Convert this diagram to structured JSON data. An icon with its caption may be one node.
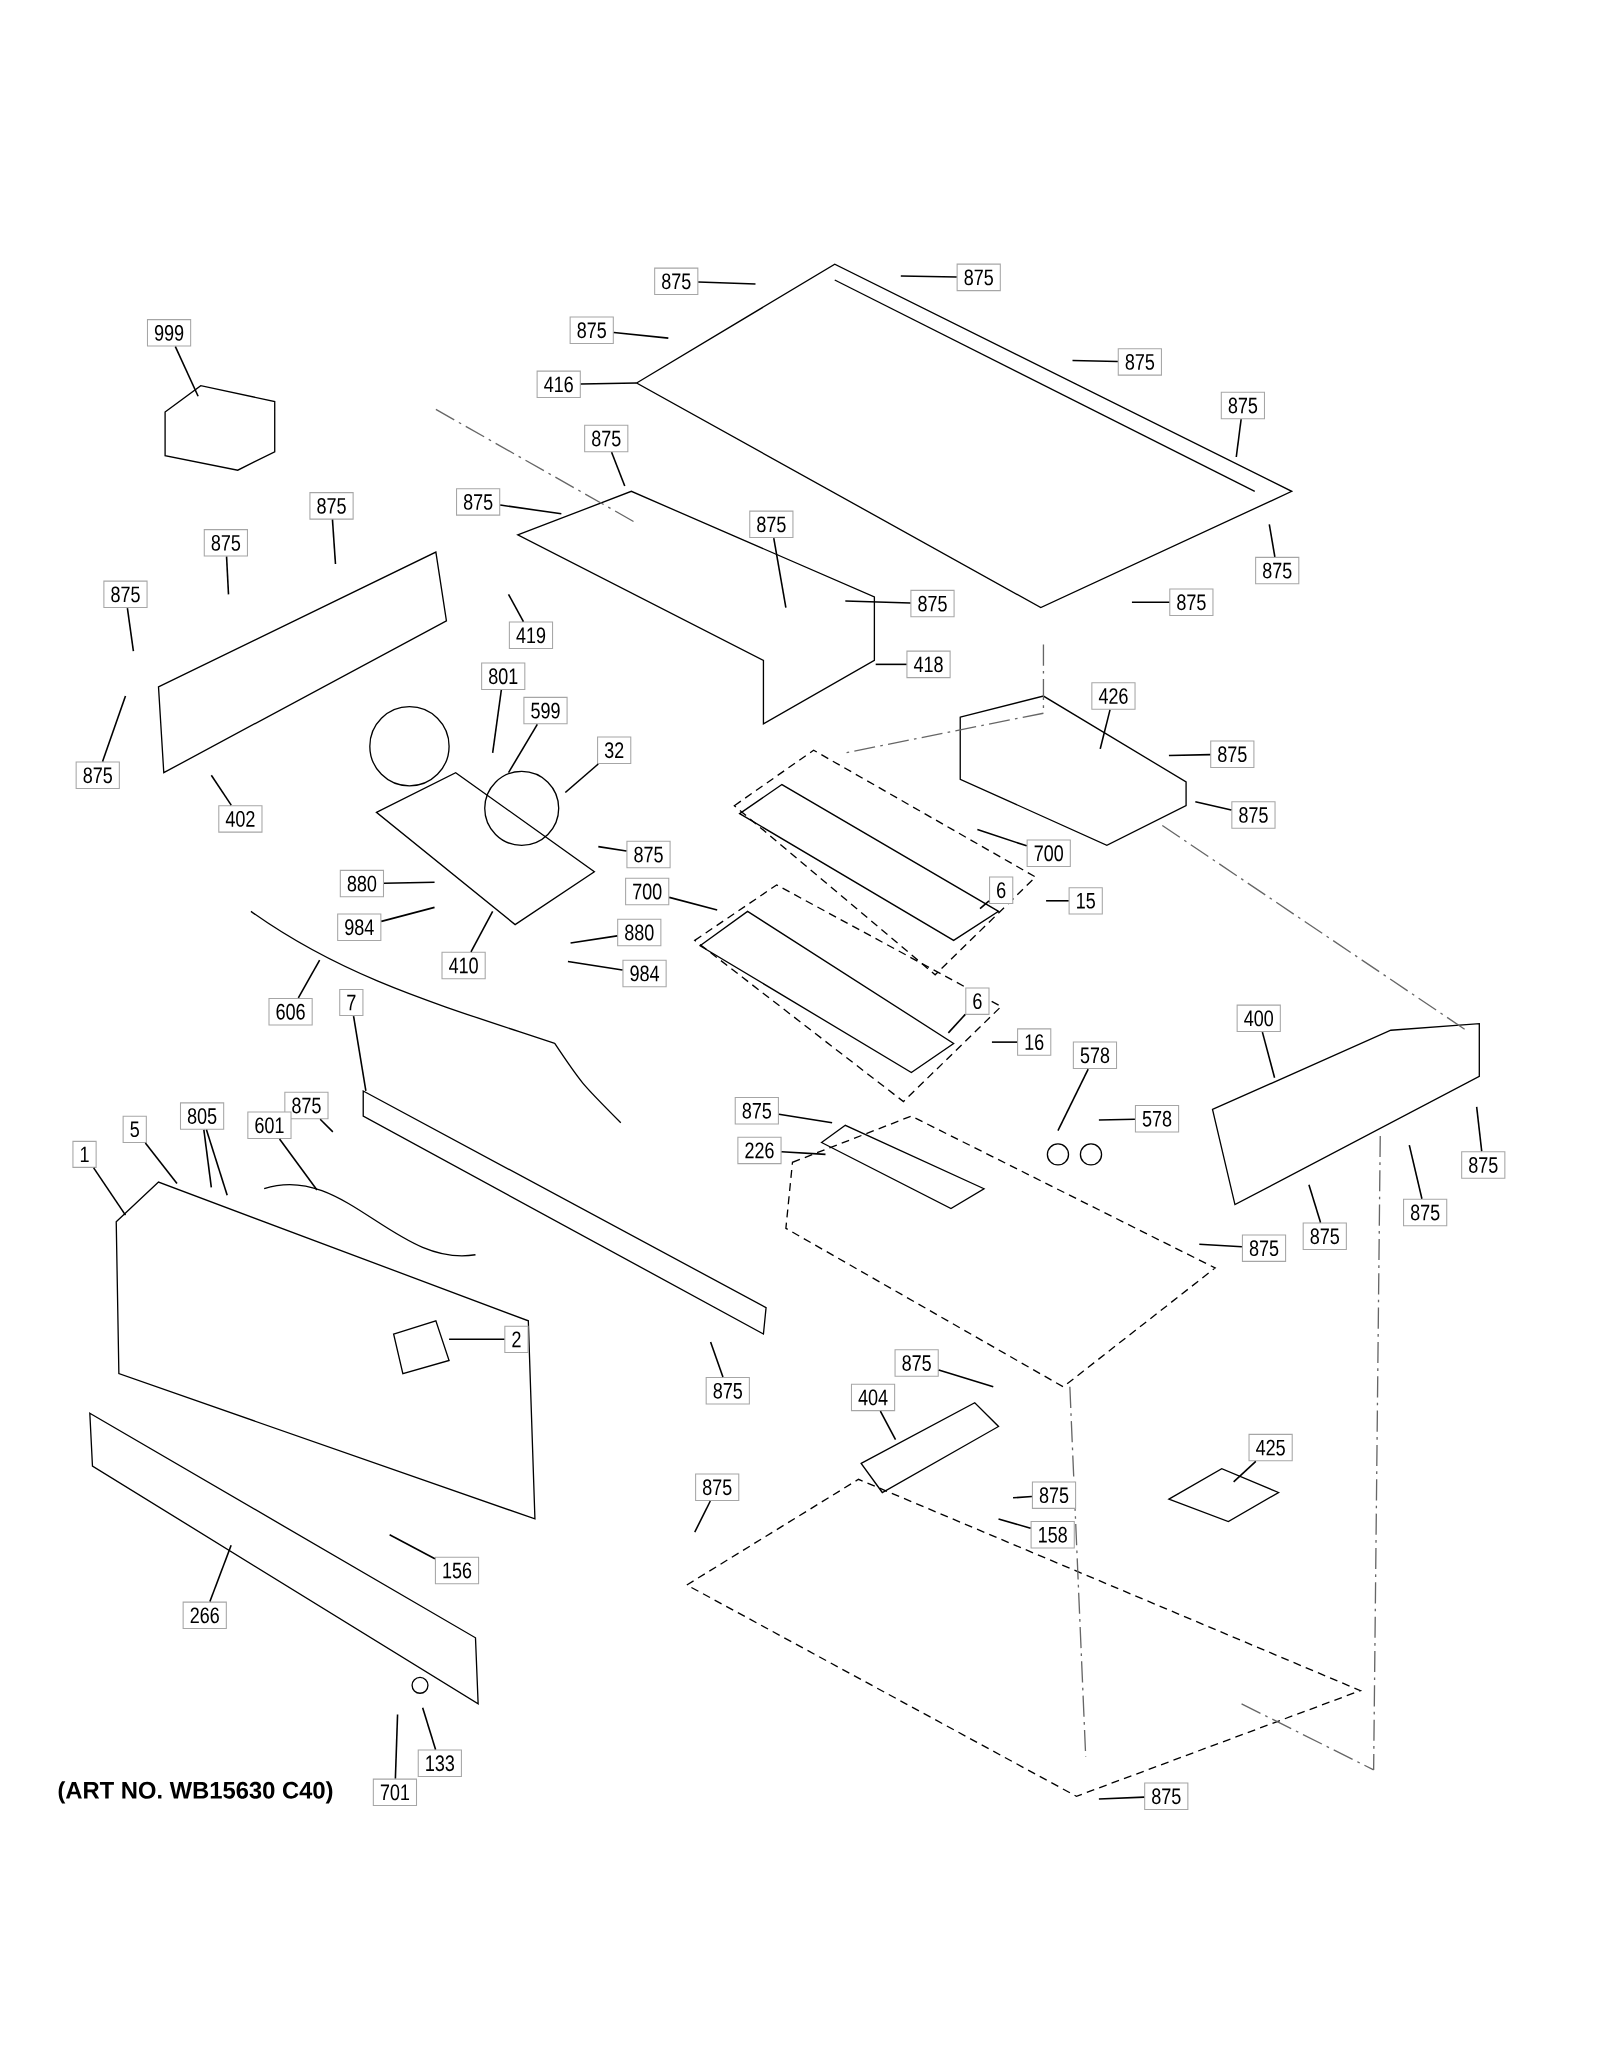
{
  "diagram": {
    "caption": "(ART NO. WB15630 C40)",
    "nodes": [
      {
        "text": [
          "875"
        ]
      },
      {
        "text": [
          "875"
        ]
      },
      {
        "text": [
          "875"
        ]
      },
      {
        "text": [
          "416"
        ]
      },
      {
        "text": [
          "875"
        ]
      },
      {
        "text": [
          "999"
        ]
      },
      {
        "text": [
          "875"
        ]
      },
      {
        "text": [
          "875"
        ]
      },
      {
        "text": [
          "875"
        ]
      },
      {
        "text": [
          "875"
        ]
      },
      {
        "text": [
          "875"
        ]
      },
      {
        "text": [
          "875"
        ]
      },
      {
        "text": [
          "875"
        ]
      },
      {
        "text": [
          "875"
        ]
      },
      {
        "text": [
          "875"
        ]
      },
      {
        "text": [
          "875"
        ]
      },
      {
        "text": [
          "419"
        ]
      },
      {
        "text": [
          "418"
        ]
      },
      {
        "text": [
          "801"
        ]
      },
      {
        "text": [
          "426"
        ]
      },
      {
        "text": [
          "599"
        ]
      },
      {
        "text": [
          "32"
        ]
      },
      {
        "text": [
          "875"
        ]
      },
      {
        "text": [
          "875"
        ]
      },
      {
        "text": [
          "875"
        ]
      },
      {
        "text": [
          "402"
        ]
      },
      {
        "text": [
          "875"
        ]
      },
      {
        "text": [
          "700"
        ]
      },
      {
        "text": [
          "880"
        ]
      },
      {
        "text": [
          "700"
        ]
      },
      {
        "text": [
          "6"
        ]
      },
      {
        "text": [
          "15"
        ]
      },
      {
        "text": [
          "984"
        ]
      },
      {
        "text": [
          "880"
        ]
      },
      {
        "text": [
          "410"
        ]
      },
      {
        "text": [
          "984"
        ]
      },
      {
        "text": [
          "606"
        ]
      },
      {
        "text": [
          "7"
        ]
      },
      {
        "text": [
          "400"
        ]
      },
      {
        "text": [
          "6"
        ]
      },
      {
        "text": [
          "16"
        ]
      },
      {
        "text": [
          "578"
        ]
      },
      {
        "text": [
          "875"
        ]
      },
      {
        "text": [
          "875"
        ]
      },
      {
        "text": [
          "805"
        ]
      },
      {
        "text": [
          "601"
        ]
      },
      {
        "text": [
          "578"
        ]
      },
      {
        "text": [
          "5"
        ]
      },
      {
        "text": [
          "226"
        ]
      },
      {
        "text": [
          "1"
        ]
      },
      {
        "text": [
          "875"
        ]
      },
      {
        "text": [
          "875"
        ]
      },
      {
        "text": [
          "875"
        ]
      },
      {
        "text": [
          "875"
        ]
      },
      {
        "text": [
          "2"
        ]
      },
      {
        "text": [
          "875"
        ]
      },
      {
        "text": [
          "875"
        ]
      },
      {
        "text": [
          "404"
        ]
      },
      {
        "text": [
          "425"
        ]
      },
      {
        "text": [
          "875"
        ]
      },
      {
        "text": [
          "875"
        ]
      },
      {
        "text": [
          "158"
        ]
      },
      {
        "text": [
          "156"
        ]
      },
      {
        "text": [
          "266"
        ]
      },
      {
        "text": [
          "133"
        ]
      },
      {
        "text": [
          "701"
        ]
      },
      {
        "text": [
          "875"
        ]
      }
    ],
    "edges": [
      {
        "from": 0,
        "to": null,
        "arrow": "none"
      },
      {
        "from": 1,
        "to": null,
        "arrow": "none"
      },
      {
        "from": 2,
        "to": null,
        "arrow": "none"
      },
      {
        "from": 3,
        "to": null,
        "arrow": "none"
      },
      {
        "from": 4,
        "to": null,
        "arrow": "none"
      },
      {
        "from": 5,
        "to": null,
        "arrow": "none"
      },
      {
        "from": 6,
        "to": null,
        "arrow": "none"
      },
      {
        "from": 7,
        "to": null,
        "arrow": "none"
      },
      {
        "from": 8,
        "to": null,
        "arrow": "none"
      },
      {
        "from": 9,
        "to": null,
        "arrow": "none"
      },
      {
        "from": 10,
        "to": null,
        "arrow": "none"
      },
      {
        "from": 11,
        "to": null,
        "arrow": "none"
      },
      {
        "from": 12,
        "to": null,
        "arrow": "none"
      },
      {
        "from": 13,
        "to": null,
        "arrow": "none"
      },
      {
        "from": 14,
        "to": null,
        "arrow": "none"
      },
      {
        "from": 15,
        "to": null,
        "arrow": "none"
      },
      {
        "from": 16,
        "to": null,
        "arrow": "none"
      },
      {
        "from": 17,
        "to": null,
        "arrow": "none"
      },
      {
        "from": 18,
        "to": null,
        "arrow": "none"
      },
      {
        "from": 19,
        "to": null,
        "arrow": "none"
      },
      {
        "from": 20,
        "to": null,
        "arrow": "none"
      },
      {
        "from": 21,
        "to": null,
        "arrow": "none"
      },
      {
        "from": 22,
        "to": null,
        "arrow": "none"
      },
      {
        "from": 23,
        "to": null,
        "arrow": "none"
      },
      {
        "from": 24,
        "to": null,
        "arrow": "none"
      },
      {
        "from": 25,
        "to": null,
        "arrow": "none"
      },
      {
        "from": 26,
        "to": null,
        "arrow": "none"
      },
      {
        "from": 27,
        "to": null,
        "arrow": "none"
      },
      {
        "from": 28,
        "to": null,
        "arrow": "none"
      },
      {
        "from": 29,
        "to": null,
        "arrow": "none"
      },
      {
        "from": 30,
        "to": null,
        "arrow": "none"
      },
      {
        "from": 31,
        "to": null,
        "arrow": "none"
      },
      {
        "from": 32,
        "to": null,
        "arrow": "none"
      },
      {
        "from": 33,
        "to": null,
        "arrow": "none"
      },
      {
        "from": 34,
        "to": null,
        "arrow": "none"
      },
      {
        "from": 35,
        "to": null,
        "arrow": "none"
      },
      {
        "from": 36,
        "to": null,
        "arrow": "none"
      },
      {
        "from": 37,
        "to": null,
        "arrow": "none"
      },
      {
        "from": 38,
        "to": null,
        "arrow": "none"
      },
      {
        "from": 39,
        "to": null,
        "arrow": "none"
      },
      {
        "from": 40,
        "to": null,
        "arrow": "none"
      },
      {
        "from": 41,
        "to": null,
        "arrow": "none"
      },
      {
        "from": 42,
        "to": null,
        "arrow": "none"
      },
      {
        "from": 43,
        "to": null,
        "arrow": "none"
      },
      {
        "from": 44,
        "to": null,
        "arrow": "none"
      },
      {
        "from": 44,
        "to": null,
        "arrow": "none"
      },
      {
        "from": 45,
        "to": null,
        "arrow": "none"
      },
      {
        "from": 46,
        "to": null,
        "arrow": "none"
      },
      {
        "from": 47,
        "to": null,
        "arrow": "none"
      },
      {
        "from": 48,
        "to": null,
        "arrow": "none"
      },
      {
        "from": 49,
        "to": null,
        "arrow": "none"
      },
      {
        "from": 50,
        "to": null,
        "arrow": "none"
      },
      {
        "from": 51,
        "to": null,
        "arrow": "none"
      },
      {
        "from": 52,
        "to": null,
        "arrow": "none"
      },
      {
        "from": 53,
        "to": null,
        "arrow": "none"
      },
      {
        "from": 54,
        "to": null,
        "arrow": "none"
      },
      {
        "from": 55,
        "to": null,
        "arrow": "none"
      },
      {
        "from": 56,
        "to": null,
        "arrow": "none"
      },
      {
        "from": 57,
        "to": null,
        "arrow": "none"
      },
      {
        "from": 58,
        "to": null,
        "arrow": "none"
      },
      {
        "from": 59,
        "to": null,
        "arrow": "none"
      },
      {
        "from": 60,
        "to": null,
        "arrow": "none"
      },
      {
        "from": 61,
        "to": null,
        "arrow": "none"
      },
      {
        "from": 62,
        "to": null,
        "arrow": "none"
      },
      {
        "from": 63,
        "to": null,
        "arrow": "none"
      },
      {
        "from": 64,
        "to": null,
        "arrow": "none"
      },
      {
        "from": 65,
        "to": null,
        "arrow": "none"
      },
      {
        "from": 66,
        "to": null,
        "arrow": "none"
      }
    ]
  }
}
